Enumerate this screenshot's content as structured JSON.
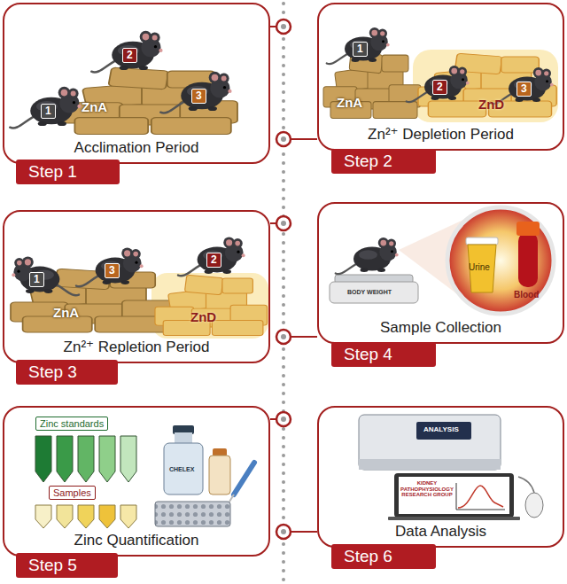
{
  "diagram": {
    "nodes": [
      {
        "text": [
          "Acclimation Period"
        ]
      },
      {
        "text": [
          "Step 1"
        ]
      },
      {
        "text": [
          "Zn²⁺ Depletion Period"
        ]
      },
      {
        "text": [
          "Step 2"
        ]
      },
      {
        "text": [
          "Zn²⁺ Repletion Period"
        ]
      },
      {
        "text": [
          "Step 3"
        ]
      },
      {
        "text": [
          "Sample Collection"
        ]
      },
      {
        "text": [
          "Step 4"
        ]
      },
      {
        "text": [
          "Zinc Quantification"
        ]
      },
      {
        "text": [
          "Step 5"
        ]
      },
      {
        "text": [
          "Data Analysis"
        ]
      },
      {
        "text": [
          "Step 6"
        ]
      }
    ],
    "labels": [
      "1",
      "2",
      "3",
      "ZnA",
      "1",
      "2",
      "3",
      "ZnA",
      "ZnD",
      "1",
      "3",
      "2",
      "ZnA",
      "ZnD",
      "BODY WEIGHT",
      "Urine",
      "Blood",
      "Zinc standards",
      "CHELEX",
      "Samples",
      "ANALYSIS",
      "KIDNEY PATHOPHYSIOLOGY RESEARCH GROUP"
    ]
  }
}
